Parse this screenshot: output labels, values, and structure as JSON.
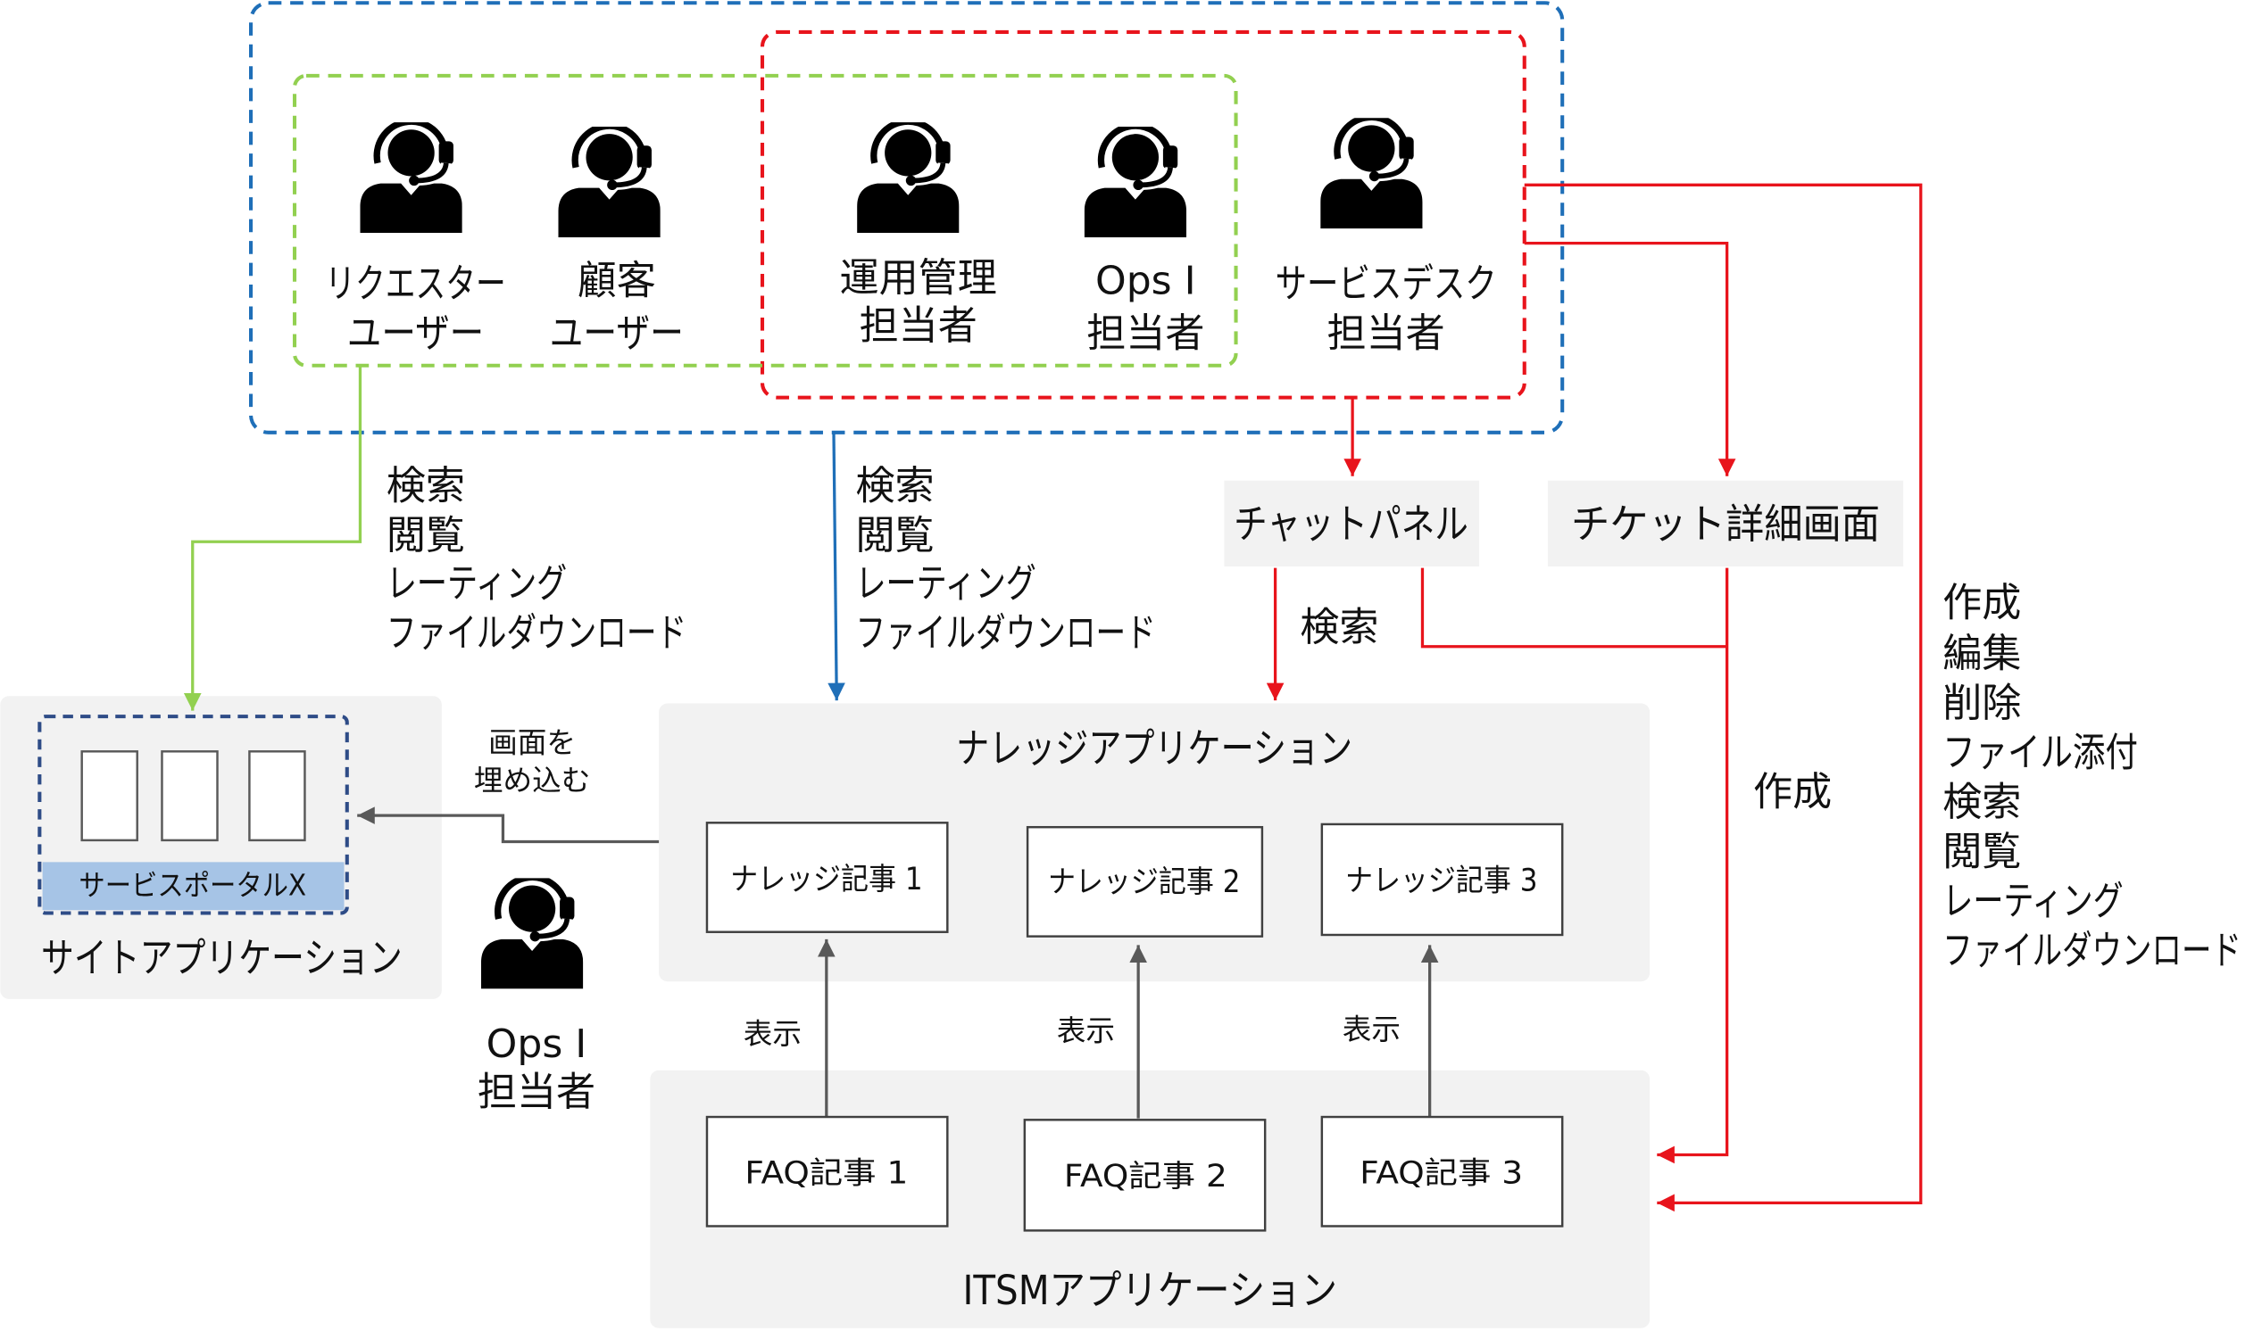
{
  "roles": [
    {
      "lines": [
        "リクエスター",
        "ユーザー"
      ]
    },
    {
      "lines": [
        "顧客",
        "ユーザー"
      ]
    },
    {
      "lines": [
        "運用管理",
        "担当者"
      ]
    },
    {
      "lines": [
        "Ops I",
        "担当者"
      ]
    },
    {
      "lines": [
        "サービスデスク",
        "担当者"
      ]
    }
  ],
  "ops_standalone": {
    "lines": [
      "Ops I",
      "担当者"
    ]
  },
  "actions": {
    "green_path": [
      "検索",
      "閲覧",
      "レーティング",
      "ファイルダウンロード"
    ],
    "blue_path": [
      "検索",
      "閲覧",
      "レーティング",
      "ファイルダウンロード"
    ],
    "chat_to_knowledge": "検索",
    "to_itsm_create": "作成",
    "service_desk_to_itsm": [
      "作成",
      "編集",
      "削除",
      "ファイル添付",
      "検索",
      "閲覧",
      "レーティング",
      "ファイルダウンロード"
    ]
  },
  "screens": {
    "chat_panel": "チャットパネル",
    "ticket_detail": "チケット詳細画面"
  },
  "site_app": {
    "title": "サイトアプリケーション",
    "portal": "サービスポータルX"
  },
  "embed_label": [
    "画面を",
    "埋め込む"
  ],
  "knowledge_app": {
    "title": "ナレッジアプリケーション",
    "articles": [
      "ナレッジ記事 1",
      "ナレッジ記事 2",
      "ナレッジ記事 3"
    ]
  },
  "itsm_app": {
    "title": "ITSMアプリケーション",
    "faqs": [
      "FAQ記事 1",
      "FAQ記事 2",
      "FAQ記事 3"
    ]
  },
  "display_labels": [
    "表示",
    "表示",
    "表示"
  ],
  "colors": {
    "blue": "#1f6fb8",
    "green": "#92d050",
    "red": "#e8141c",
    "gray-line": "#595959",
    "navy": "#2e4c87",
    "box-gray": "#f2f2f2",
    "portal-bar": "#a6c4e6"
  }
}
